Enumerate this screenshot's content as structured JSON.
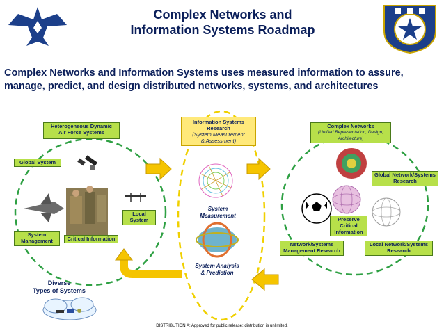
{
  "header": {
    "title_line1": "Complex Networks and",
    "title_line2": "Information Systems Roadmap",
    "subtitle_line1": "Complex Networks and Information Systems uses measured information to assure,",
    "subtitle_line2": "manage, predict, and design distributed networks, systems,  and architectures"
  },
  "left_cluster": {
    "heading_line1": "Heterogeneous Dynamic",
    "heading_line2": "Air Force Systems",
    "global_system": "Global System",
    "local_system_line1": "Local",
    "local_system_line2": "System",
    "system_management_line1": "System",
    "system_management_line2": "Management",
    "critical_information": "Critical Information",
    "diverse_line1": "Diverse",
    "diverse_line2": "Types of Systems"
  },
  "center_cluster": {
    "heading_line1": "Information Systems",
    "heading_line2": "Research",
    "heading_line3": "(System Measurement",
    "heading_line4": "& Assessment)",
    "measurement_line1": "System",
    "measurement_line2": "Measurement",
    "analysis_line1": "System Analysis",
    "analysis_line2": "& Prediction"
  },
  "right_cluster": {
    "heading": "Complex Networks",
    "heading_sub_line1": "(Unified Representation, Design,",
    "heading_sub_line2": "Architecture)",
    "global_research_line1": "Global Network/Systems",
    "global_research_line2": "Research",
    "preserve_line1": "Preserve",
    "preserve_line2": "Critical",
    "preserve_line3": "Information",
    "mgmt_research_line1": "Network/Systems",
    "mgmt_research_line2": "Management Research",
    "local_research_line1": "Local Network/Systems",
    "local_research_line2": "Research"
  },
  "footer": {
    "distribution": "DISTRIBUTION A:  Approved for public release; distribution is unlimited."
  },
  "colors": {
    "title_blue": "#0b1f5a",
    "green_box": "#b7e04a",
    "yellow_box": "#ffe97a",
    "arrow_yellow": "#f5c400",
    "dash_green": "#2ea043",
    "dash_yellow": "#f0d000"
  }
}
